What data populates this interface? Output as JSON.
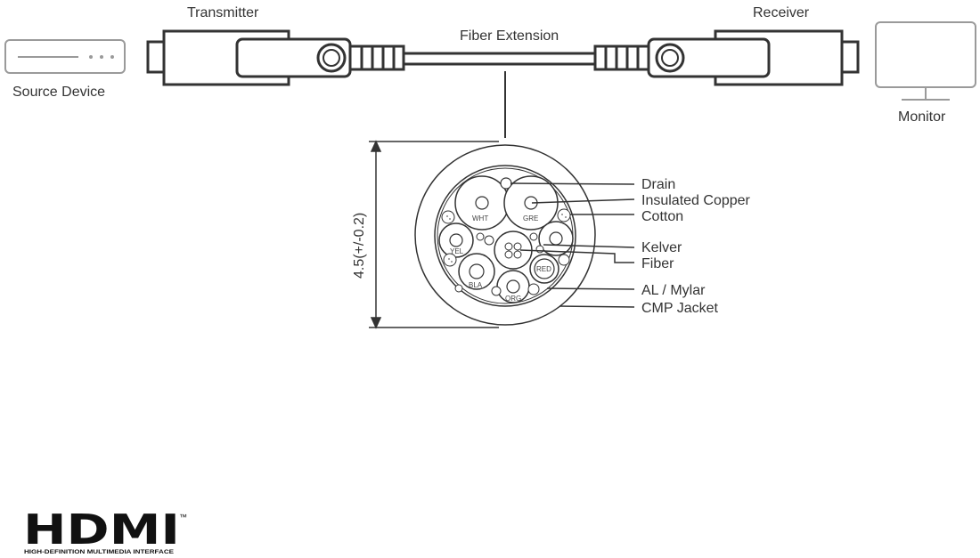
{
  "diagram": {
    "labels": {
      "transmitter": "Transmitter",
      "receiver": "Receiver",
      "fiber_extension": "Fiber Extension",
      "source_device": "Source Device",
      "monitor": "Monitor",
      "diameter": "4.5(+/-0.2)"
    },
    "callouts": [
      {
        "id": "drain",
        "label": "Drain"
      },
      {
        "id": "insulated-copper",
        "label": "Insulated Copper"
      },
      {
        "id": "cotton",
        "label": "Cotton"
      },
      {
        "id": "kelver",
        "label": "Kelver"
      },
      {
        "id": "fiber",
        "label": "Fiber"
      },
      {
        "id": "al-mylar",
        "label": "AL / Mylar"
      },
      {
        "id": "cmp-jacket",
        "label": "CMP Jacket"
      }
    ],
    "wire_codes": {
      "wht": "WHT",
      "gre": "GRE",
      "yel": "YEL",
      "bla": "BLA",
      "org": "ORG",
      "red": "RED"
    }
  },
  "logo": {
    "wordmark": "HDMI",
    "trademark": "™",
    "tagline": "HIGH-DEFINITION MULTIMEDIA INTERFACE"
  },
  "colors": {
    "line": "#333333",
    "text": "#333333",
    "background": "#ffffff",
    "device_stroke": "#999999",
    "logo": "#111111"
  }
}
